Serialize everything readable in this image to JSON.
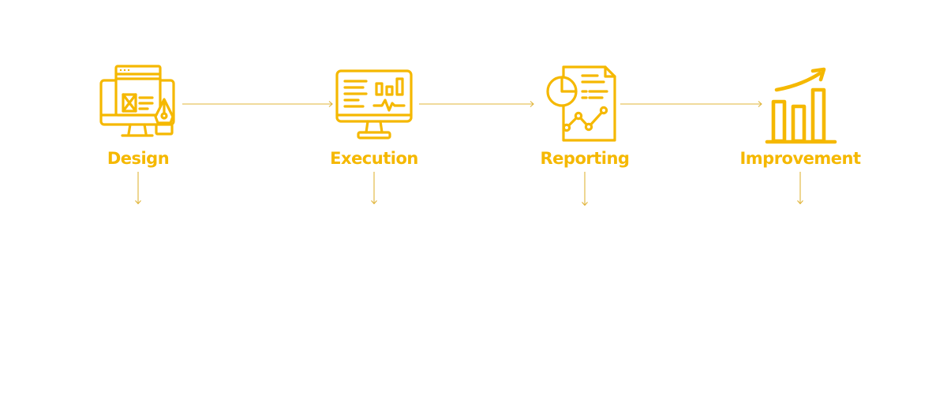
{
  "colors": {
    "accent": "#f5b800",
    "connector": "#e0b43a"
  },
  "steps": [
    {
      "label": "Design",
      "icon": "web-design-icon"
    },
    {
      "label": "Execution",
      "icon": "monitor-analytics-icon"
    },
    {
      "label": "Reporting",
      "icon": "report-document-icon"
    },
    {
      "label": "Improvement",
      "icon": "growth-chart-icon"
    }
  ]
}
